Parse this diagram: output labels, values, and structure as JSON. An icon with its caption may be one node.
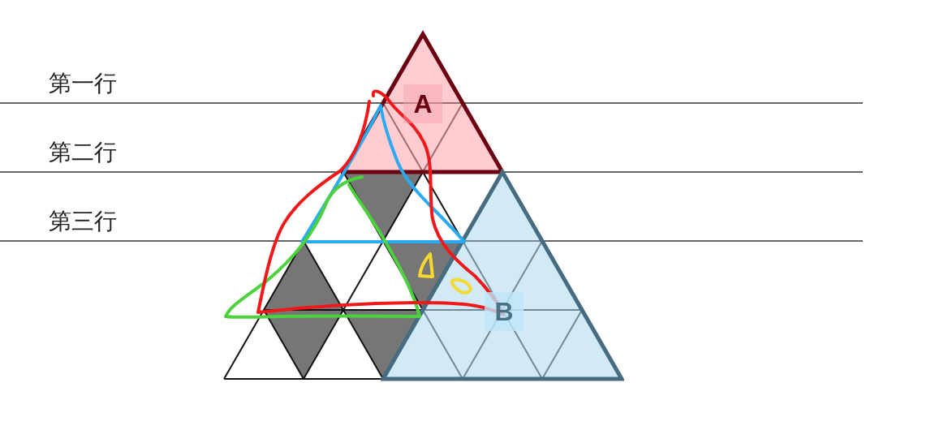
{
  "diagram": {
    "nodes": [
      {
        "text": [
          "A"
        ]
      },
      {
        "text": [
          "B"
        ]
      }
    ],
    "labels": [
      "第一行",
      "第二行",
      "第三行"
    ]
  }
}
